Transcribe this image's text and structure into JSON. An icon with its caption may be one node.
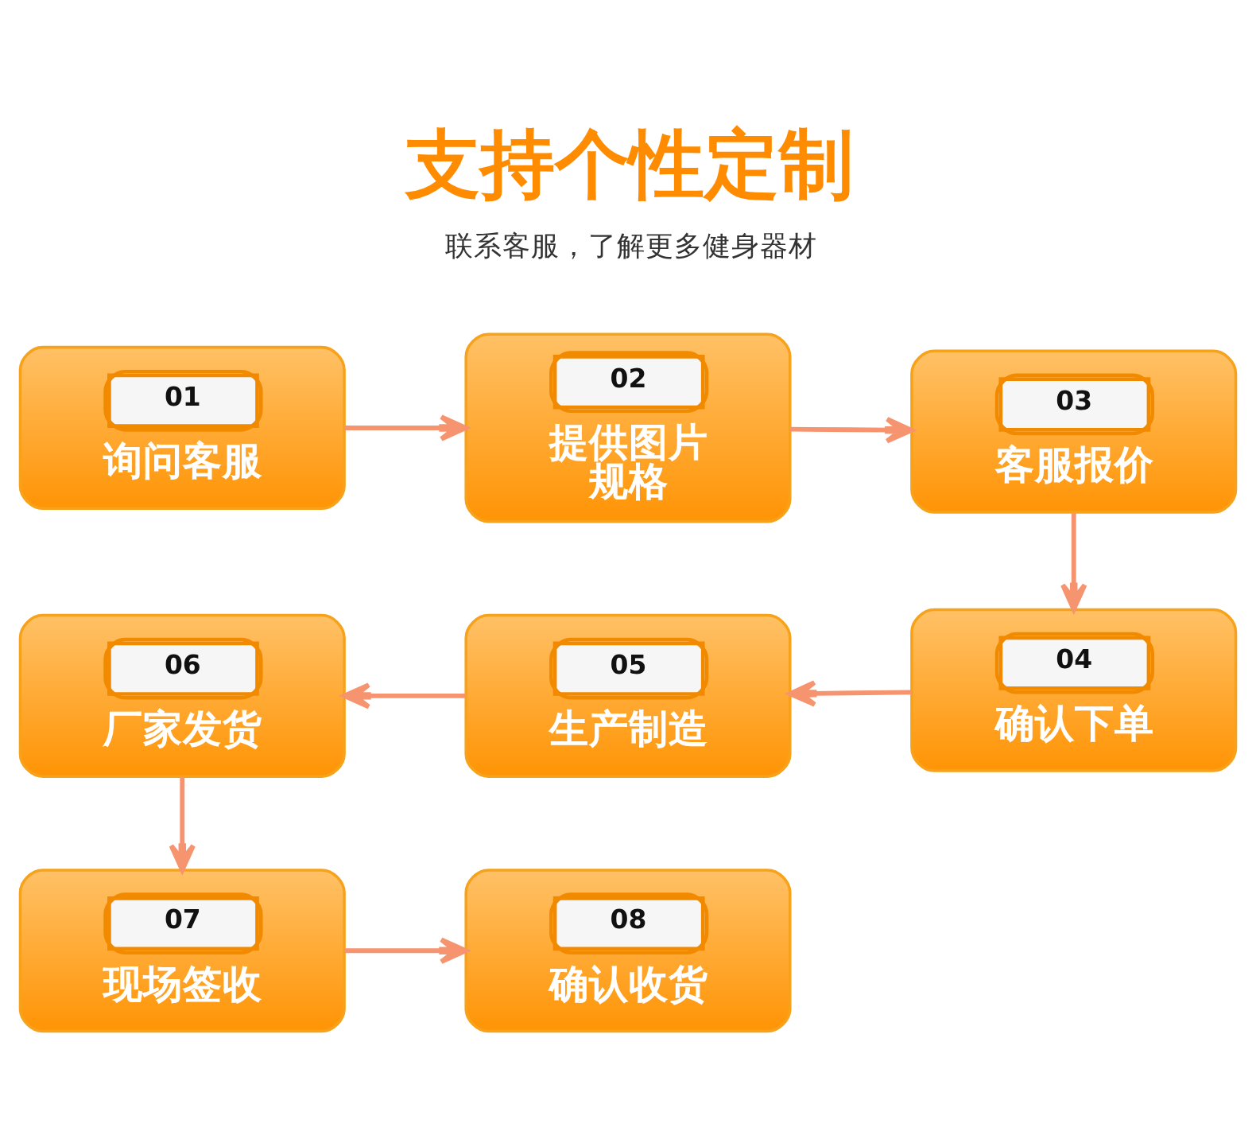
{
  "diagram": {
    "title": "支持个性定制",
    "caption": "联系客服，了解更多健身器材",
    "nodes": [
      {
        "text": [
          "01",
          "询问客服"
        ]
      },
      {
        "text": [
          "02",
          "提供图片规格"
        ]
      },
      {
        "text": [
          "03",
          "客服报价"
        ]
      },
      {
        "text": [
          "04",
          "确认下单"
        ]
      },
      {
        "text": [
          "05",
          "生产制造"
        ]
      },
      {
        "text": [
          "06",
          "厂家发货"
        ]
      },
      {
        "text": [
          "07",
          "现场签收"
        ]
      },
      {
        "text": [
          "08",
          "确认收货"
        ]
      }
    ],
    "edges": [
      {
        "from": 0,
        "to": 1,
        "arrow": "to"
      },
      {
        "from": 1,
        "to": 2,
        "arrow": "to"
      },
      {
        "from": 2,
        "to": 3,
        "arrow": "to"
      },
      {
        "from": 3,
        "to": 4,
        "arrow": "to"
      },
      {
        "from": 4,
        "to": 5,
        "arrow": "to"
      },
      {
        "from": 5,
        "to": 6,
        "arrow": "to"
      },
      {
        "from": 6,
        "to": 7,
        "arrow": "to"
      }
    ]
  }
}
